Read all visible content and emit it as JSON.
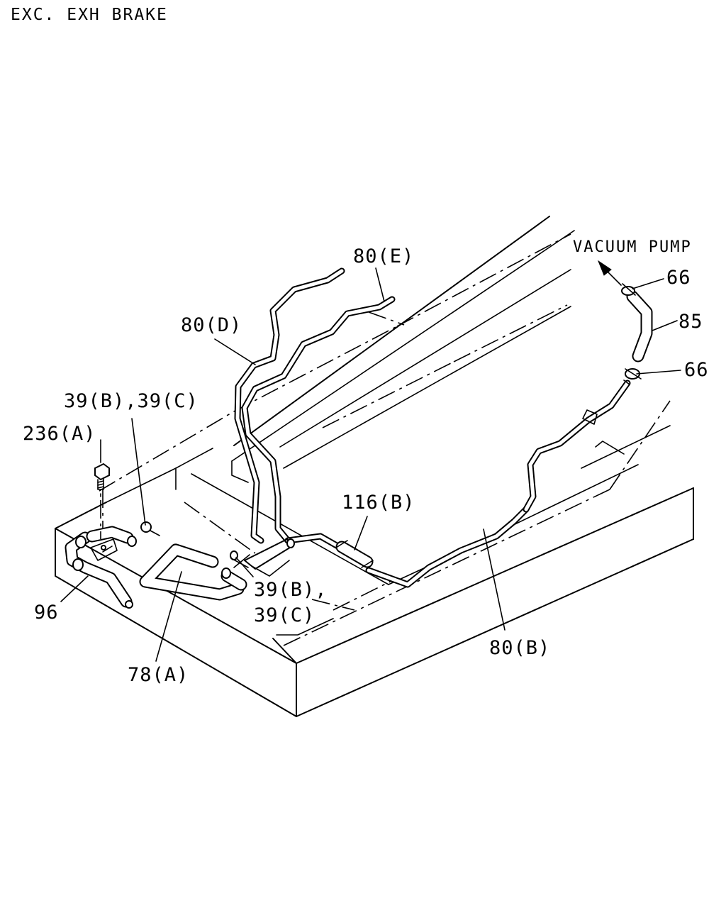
{
  "title": "EXC. EXH BRAKE",
  "note": "VACUUM PUMP",
  "labels": {
    "p80e": "80(E)",
    "p80d": "80(D)",
    "p39bc_top": "39(B),39(C)",
    "p236a": "236(A)",
    "p96": "96",
    "p78a": "78(A)",
    "p39b": "39(B),",
    "p39c": "39(C)",
    "p116b": "116(B)",
    "p80b": "80(B)",
    "p66_top": "66",
    "p85": "85",
    "p66_bottom": "66"
  }
}
